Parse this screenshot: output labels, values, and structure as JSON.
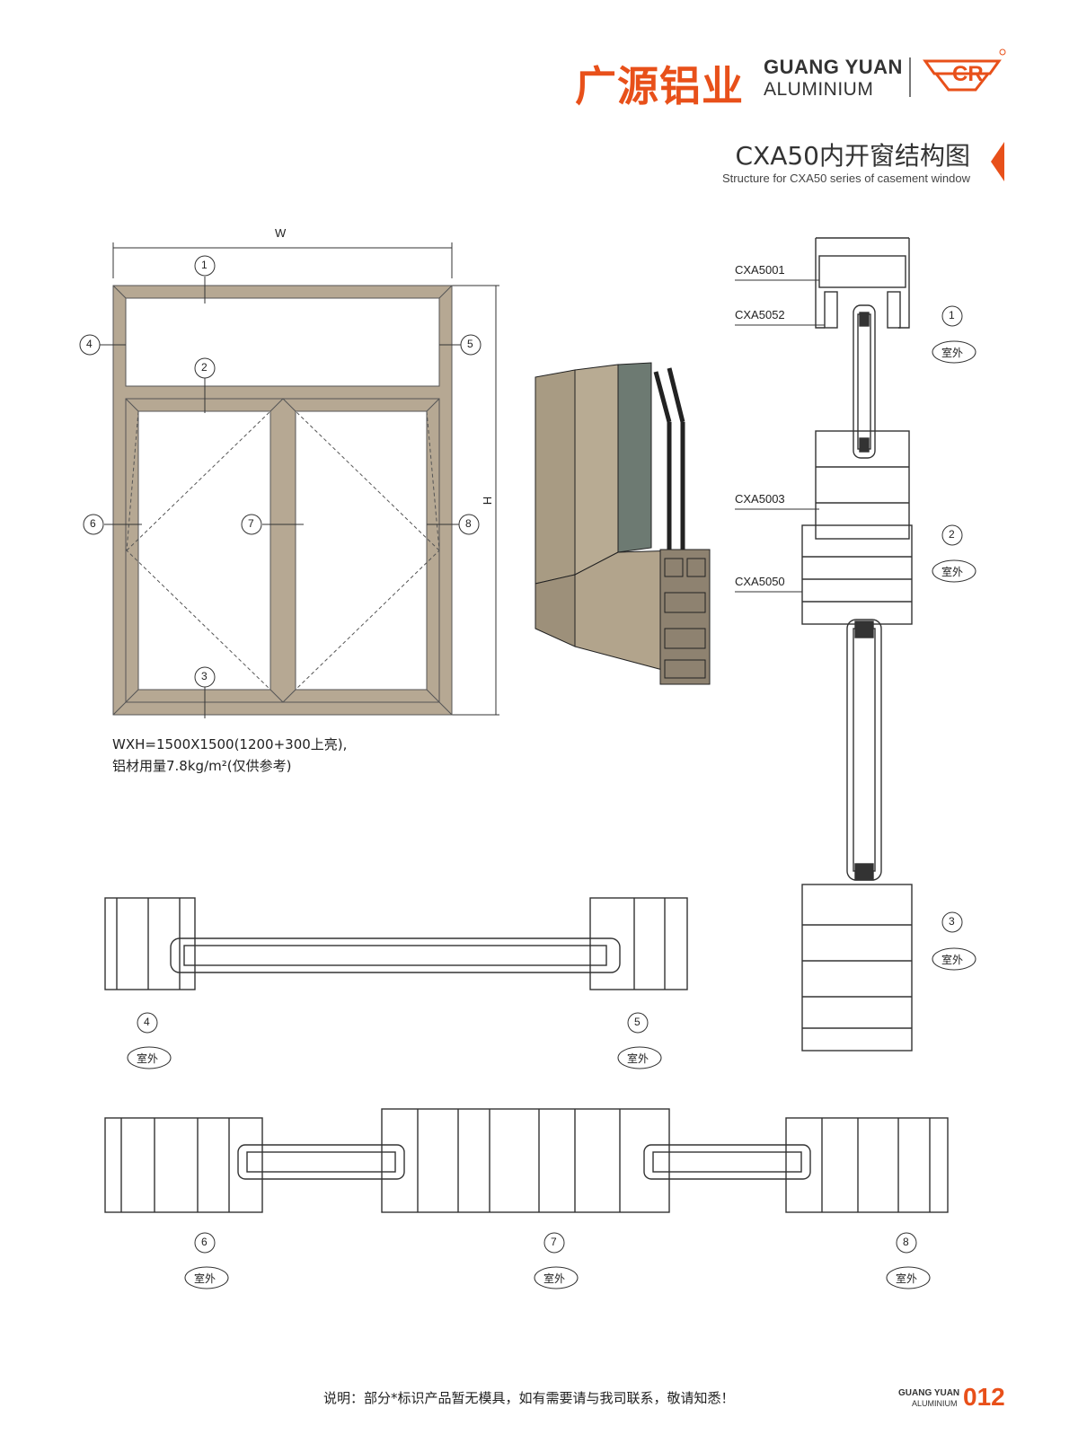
{
  "brand": {
    "name_cn": "广源铝业",
    "name_en_line1": "GUANG YUAN",
    "name_en_line2": "ALUMINIUM",
    "logo_icon": "gy-emblem-icon",
    "accent_color": "#e8501a"
  },
  "header": {
    "title_cn": "CXA50内开窗结构图",
    "title_en": "Structure for CXA50 series of casement window"
  },
  "elevation": {
    "width_label": "W",
    "height_label": "H",
    "frame_color": "#b6a893",
    "markers": [
      "1",
      "2",
      "3",
      "4",
      "5",
      "6",
      "7",
      "8"
    ],
    "note_line1": "WXH=1500X1500(1200+300上亮),",
    "note_line2": "铝材用量7.8kg/m²(仅供参考)"
  },
  "vertical_section": {
    "profiles": [
      "CXA5001",
      "CXA5052",
      "CXA5003",
      "CXA5050"
    ],
    "markers": [
      "1",
      "2",
      "3"
    ],
    "side_label": "室外"
  },
  "horizontal_sections": {
    "markers": [
      "4",
      "5",
      "6",
      "7",
      "8"
    ],
    "side_label": "室外"
  },
  "footer": {
    "note": "说明：部分*标识产品暂无模具，如有需要请与我司联系，敬请知悉！",
    "brand_line1": "GUANG YUAN",
    "brand_line2": "ALUMINIUM",
    "page_number": "012"
  }
}
